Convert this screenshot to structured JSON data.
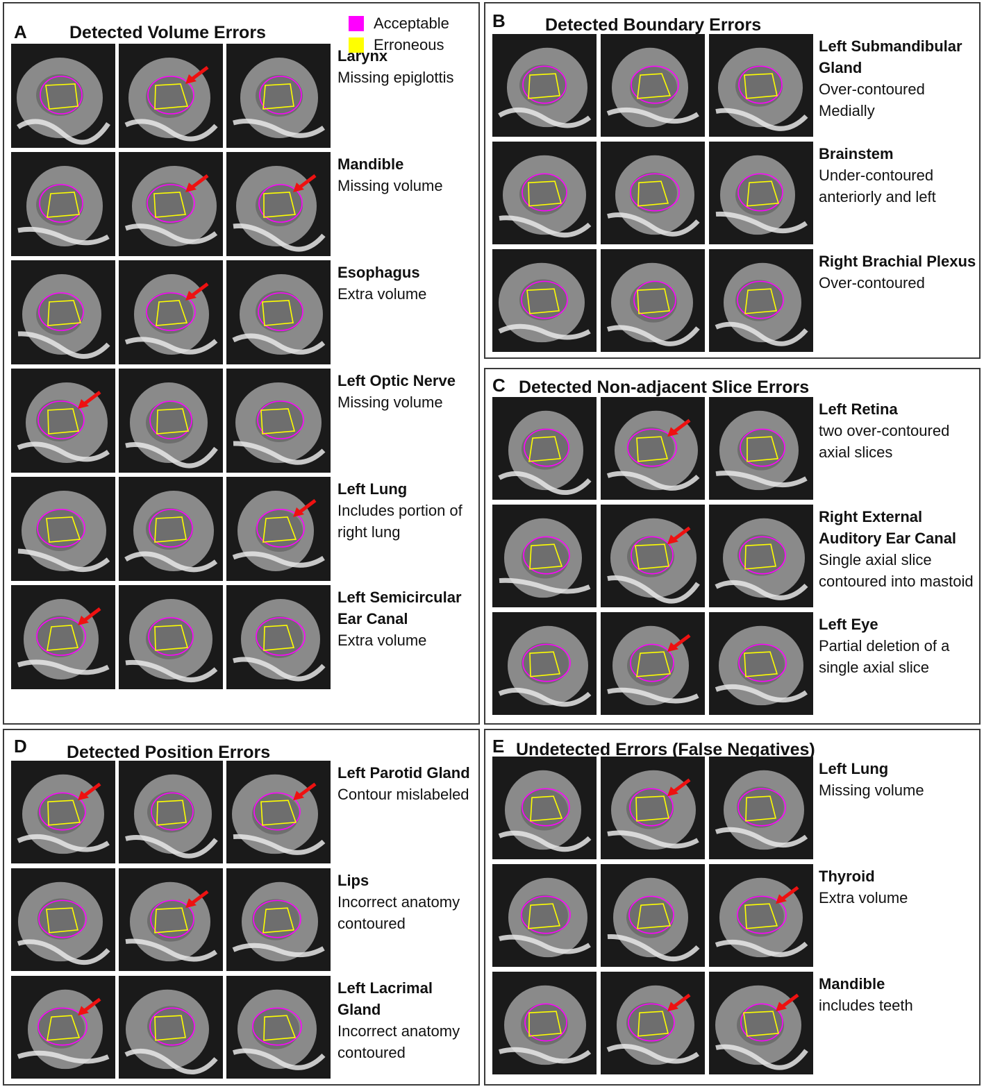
{
  "colors": {
    "acceptable": "#ff00ff",
    "erroneous": "#ffff00",
    "ctDark": "#1a1a1a",
    "ctTissue": "#8a8a8a",
    "ctBone": "#e6e6e6",
    "arrow": "#ee1111"
  },
  "legend": [
    {
      "label": "Acceptable",
      "color_key": "acceptable"
    },
    {
      "label": "Erroneous",
      "color_key": "erroneous"
    }
  ],
  "panels": [
    {
      "id": "A",
      "letter": "A",
      "title": "Detected Volume Errors",
      "rows": [
        {
          "name": "Larynx",
          "desc": "Missing epiglottis",
          "arrows": [
            false,
            true,
            false
          ]
        },
        {
          "name": "Mandible",
          "desc": "Missing volume",
          "arrows": [
            false,
            true,
            true
          ]
        },
        {
          "name": "Esophagus",
          "desc": "Extra volume",
          "arrows": [
            false,
            true,
            false
          ]
        },
        {
          "name": "Left Optic Nerve",
          "desc": "Missing volume",
          "arrows": [
            true,
            false,
            false
          ]
        },
        {
          "name": "Left Lung",
          "desc": "Includes portion of right lung",
          "arrows": [
            false,
            false,
            true
          ]
        },
        {
          "name": "Left Semicircular Ear Canal",
          "desc": "Extra volume",
          "arrows": [
            true,
            false,
            false
          ]
        }
      ]
    },
    {
      "id": "B",
      "letter": "B",
      "title": "Detected Boundary Errors",
      "rows": [
        {
          "name": "Left Submandibular Gland",
          "desc": "Over-contoured Medially",
          "arrows": [
            false,
            false,
            false
          ]
        },
        {
          "name": "Brainstem",
          "desc": "Under-contoured anteriorly and left",
          "arrows": [
            false,
            false,
            false
          ]
        },
        {
          "name": "Right Brachial Plexus",
          "desc": "Over-contoured",
          "arrows": [
            false,
            false,
            false
          ]
        }
      ]
    },
    {
      "id": "C",
      "letter": "C",
      "title": "Detected Non-adjacent Slice Errors",
      "rows": [
        {
          "name": "Left Retina",
          "desc": "two over-contoured axial slices",
          "arrows": [
            false,
            true,
            false
          ]
        },
        {
          "name": "Right External Auditory Ear Canal",
          "desc": "Single axial slice contoured into mastoid",
          "arrows": [
            false,
            true,
            false
          ]
        },
        {
          "name": "Left Eye",
          "desc": "Partial deletion of a single axial slice",
          "arrows": [
            false,
            true,
            false
          ]
        }
      ]
    },
    {
      "id": "D",
      "letter": "D",
      "title": "Detected Position Errors",
      "rows": [
        {
          "name": "Left Parotid Gland",
          "desc": "Contour mislabeled",
          "arrows": [
            true,
            false,
            true
          ]
        },
        {
          "name": "Lips",
          "desc": "Incorrect anatomy contoured",
          "arrows": [
            false,
            true,
            false
          ]
        },
        {
          "name": "Left Lacrimal Gland",
          "desc": "Incorrect anatomy contoured",
          "arrows": [
            true,
            false,
            false
          ]
        }
      ]
    },
    {
      "id": "E",
      "letter": "E",
      "title": "Undetected Errors (False Negatives)",
      "rows": [
        {
          "name": "Left Lung",
          "desc": "Missing volume",
          "arrows": [
            false,
            true,
            false
          ]
        },
        {
          "name": "Thyroid",
          "desc": "Extra volume",
          "arrows": [
            false,
            false,
            true
          ]
        },
        {
          "name": "Mandible",
          "desc": "includes teeth",
          "arrows": [
            false,
            true,
            true
          ]
        }
      ]
    }
  ]
}
